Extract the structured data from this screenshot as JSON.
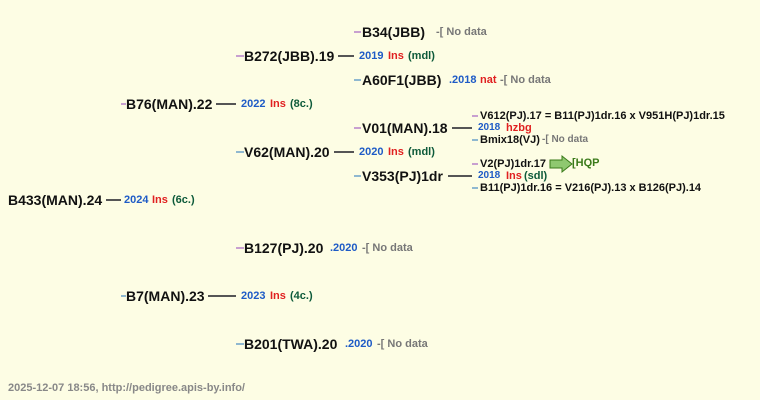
{
  "root": {
    "label": "B433(MAN).24",
    "year": "2024",
    "ins": "Ins",
    "note": "(6c.)"
  },
  "p1": {
    "label": "B76(MAN).22",
    "year": "2022",
    "ins": "Ins",
    "note": "(8c.)"
  },
  "p2": {
    "label": "B7(MAN).23",
    "year": "2023",
    "ins": "Ins",
    "note": "(4c.)"
  },
  "g1": {
    "label": "B272(JBB).19",
    "year": "2019",
    "ins": "Ins",
    "note": "(mdl)"
  },
  "g2": {
    "label": "V62(MAN).20",
    "year": "2020",
    "ins": "Ins",
    "note": "(mdl)"
  },
  "g3": {
    "label": "B127(PJ).20",
    "year": ".2020",
    "nodata": "-[ No data"
  },
  "g4": {
    "label": "B201(TWA).20",
    "year": ".2020",
    "nodata": "-[ No data"
  },
  "gg1": {
    "label": "B34(JBB)",
    "nodata": "-[ No data"
  },
  "gg2": {
    "label": "A60F1(JBB)",
    "year": ".2018",
    "nat": "nat",
    "nodata": "-[ No data"
  },
  "gg3": {
    "label": "V01(MAN).18"
  },
  "gg4": {
    "label": "V353(PJ)1dr",
    "year": "2018",
    "ins": "Ins",
    "note": "(sdl)"
  },
  "v01": {
    "line1": "V612(PJ).17 = B11(PJ)1dr.16 x V951H(PJ)1dr.15",
    "year": "2018",
    "tag": "hzbg",
    "line3": "Bmix18(VJ)",
    "nodata": "-[ No data"
  },
  "v353": {
    "line1": "V2(PJ)1dr.17",
    "hqp": "[HQP",
    "line3": "B11(PJ)1dr.16 = V216(PJ).13 x B126(PJ).14"
  },
  "footer": "2025-12-07 18:56, http://pedigree.apis-by.info/",
  "colors": {
    "line": "#555555",
    "bracket_top": "#c8a0d0",
    "bracket_bottom": "#8fb8d0",
    "year": "#1e5bc6",
    "ins": "#e02020",
    "note": "#0d5a3a",
    "hqp": "#3a7a1a"
  }
}
